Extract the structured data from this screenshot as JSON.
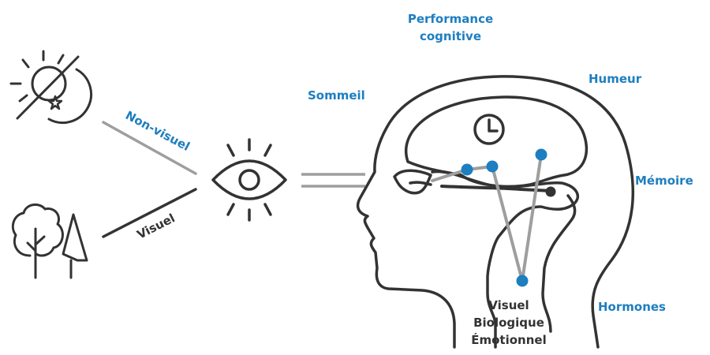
{
  "colors": {
    "accent": "#1d7ec0",
    "line": "#333333",
    "gray_path": "#9e9e9e"
  },
  "labels": {
    "performance_line1": "Performance",
    "performance_line2": "cognitive",
    "humeur": "Humeur",
    "sommeil": "Sommeil",
    "memoire": "Mémoire",
    "hormones": "Hormones",
    "non_visuel": "Non-visuel",
    "visuel_path": "Visuel",
    "effects": [
      "Visuel",
      "Biologique",
      "Émotionnel"
    ]
  },
  "icons": {
    "day_night": "sun-moon-icon",
    "nature": "trees-icon",
    "eye": "eye-icon",
    "clock": "clock-icon",
    "head": "head-profile-icon"
  }
}
